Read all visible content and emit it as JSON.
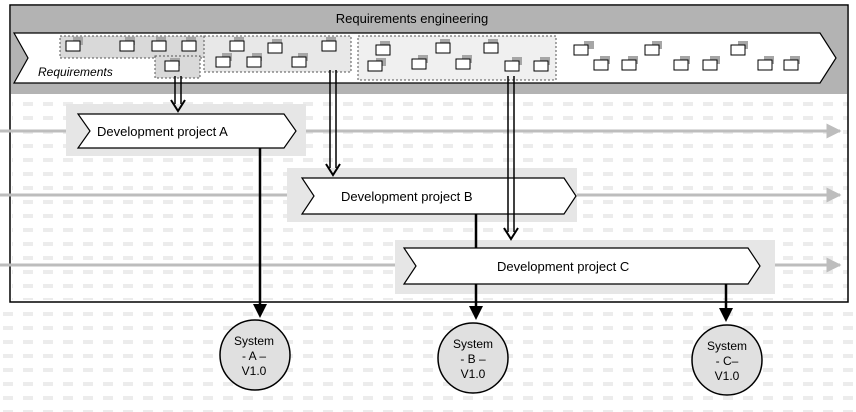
{
  "diagram": {
    "title": "Requirements engineering",
    "requirements_label": "Requirements",
    "projects": [
      {
        "label": "Development project A"
      },
      {
        "label": "Development project B"
      },
      {
        "label": "Development project C"
      }
    ],
    "systems": [
      {
        "lines": [
          "System",
          "- A –",
          "V1.0"
        ]
      },
      {
        "lines": [
          "System",
          "- B –",
          "V1.0"
        ]
      },
      {
        "lines": [
          "System",
          "- C–",
          "V1.0"
        ]
      }
    ]
  },
  "colors": {
    "band": "#b3b3b3",
    "light_band": "#e6e6e6",
    "requirement_shadow": "#a6a6a6",
    "timeline_arrow": "#bdbdbd",
    "system_fill": "#e0e0e0"
  }
}
